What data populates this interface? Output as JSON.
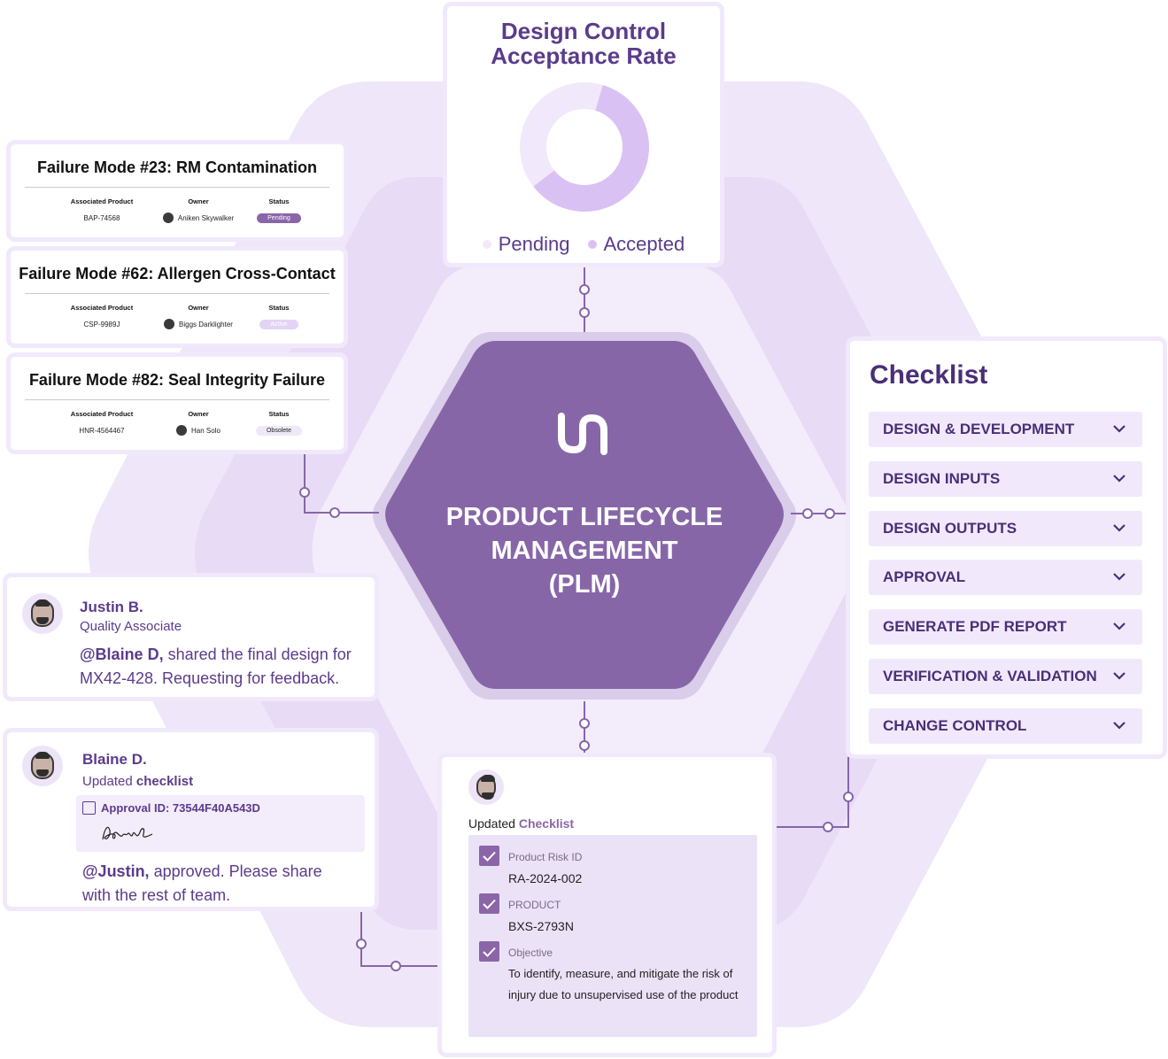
{
  "donut": {
    "title": "Design Control Acceptance Rate",
    "legend": [
      {
        "label": "Pending",
        "color": "#f1e9fb"
      },
      {
        "label": "Accepted",
        "color": "#d9c2f3"
      }
    ],
    "chart_data": {
      "type": "pie",
      "categories": [
        "Pending",
        "Accepted"
      ],
      "values": [
        40,
        60
      ]
    }
  },
  "failure_modes": [
    {
      "title": "Failure Mode #23: RM Contamination",
      "product_label": "Associated Product",
      "product": "BAP-74568",
      "owner_label": "Owner",
      "owner": "Aniken Skywalker",
      "status_label": "Status",
      "status": "Pending"
    },
    {
      "title": "Failure Mode #62: Allergen Cross-Contact",
      "product_label": "Associated Product",
      "product": "CSP-9989J",
      "owner_label": "Owner",
      "owner": "Biggs Darklighter",
      "status_label": "Status",
      "status": "Active"
    },
    {
      "title": "Failure Mode #82: Seal Integrity Failure",
      "product_label": "Associated Product",
      "product": "HNR-4564467",
      "owner_label": "Owner",
      "owner": "Han Solo",
      "status_label": "Status",
      "status": "Obsolete"
    }
  ],
  "comments": [
    {
      "name": "Justin B.",
      "role": "Quality Associate",
      "mention": "@Blaine D,",
      "message_line1": " shared the final design for",
      "message_line2": "MX42-428. Requesting for feedback."
    },
    {
      "name": "Blaine D.",
      "role_prefix": "Updated ",
      "role_bold": "checklist",
      "approval": "Approval ID: 73544F40A543D",
      "mention": "@Justin,",
      "message_line1": " approved. Please share",
      "message_line2": "with the rest of team."
    }
  ],
  "center": {
    "line1": "PRODUCT LIFECYCLE",
    "line2": "MANAGEMENT",
    "line3": "(PLM)"
  },
  "checklist": {
    "title": "Checklist",
    "items": [
      "DESIGN & DEVELOPMENT",
      "DESIGN INPUTS",
      "DESIGN OUTPUTS",
      "APPROVAL",
      "GENERATE PDF REPORT",
      "VERIFICATION & VALIDATION",
      "CHANGE CONTROL"
    ]
  },
  "updated": {
    "title_prefix": "Updated ",
    "title_accent": "Checklist",
    "fields": [
      {
        "label": "Product Risk ID",
        "value": "RA-2024-002"
      },
      {
        "label": "PRODUCT",
        "value": "BXS-2793N"
      },
      {
        "label": "Objective",
        "value": "To identify, measure, and mitigate the risk of injury due to unsupervised use of the product"
      }
    ]
  }
}
